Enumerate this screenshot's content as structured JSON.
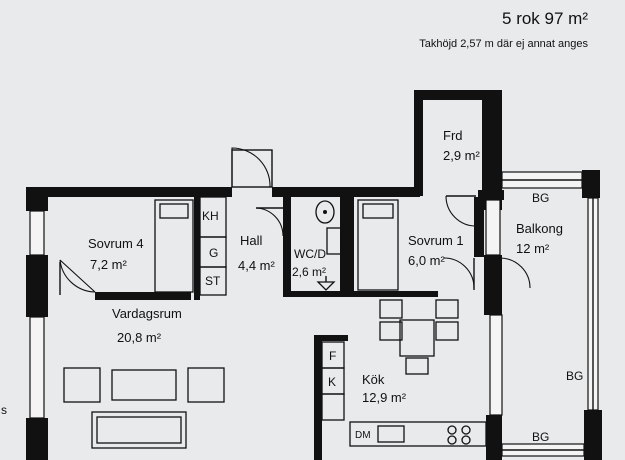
{
  "header": {
    "title": "5 rok 97 m²",
    "subtitle": "Takhöjd 2,57 m där ej annat anges"
  },
  "rooms": [
    {
      "id": "frd",
      "name": "Frd",
      "area": "2,9 m²"
    },
    {
      "id": "balkong",
      "name": "Balkong",
      "area": "12 m²"
    },
    {
      "id": "sovrum4",
      "name": "Sovrum 4",
      "area": "7,2 m²"
    },
    {
      "id": "hall",
      "name": "Hall",
      "area": "4,4 m²"
    },
    {
      "id": "wcd",
      "name": "WC/D",
      "area": "2,6 m²"
    },
    {
      "id": "sovrum1",
      "name": "Sovrum 1",
      "area": "6,0 m²"
    },
    {
      "id": "vardagsrum",
      "name": "Vardagsrum",
      "area": "20,8 m²"
    },
    {
      "id": "kok",
      "name": "Kök",
      "area": "12,9 m²"
    }
  ],
  "fixtures": {
    "kh": "KH",
    "g": "G",
    "st": "ST",
    "f": "F",
    "k": "K",
    "dm": "DM",
    "bg_top": "BG",
    "bg_right": "BG",
    "bg_bottom": "BG",
    "edge_s": "s"
  }
}
